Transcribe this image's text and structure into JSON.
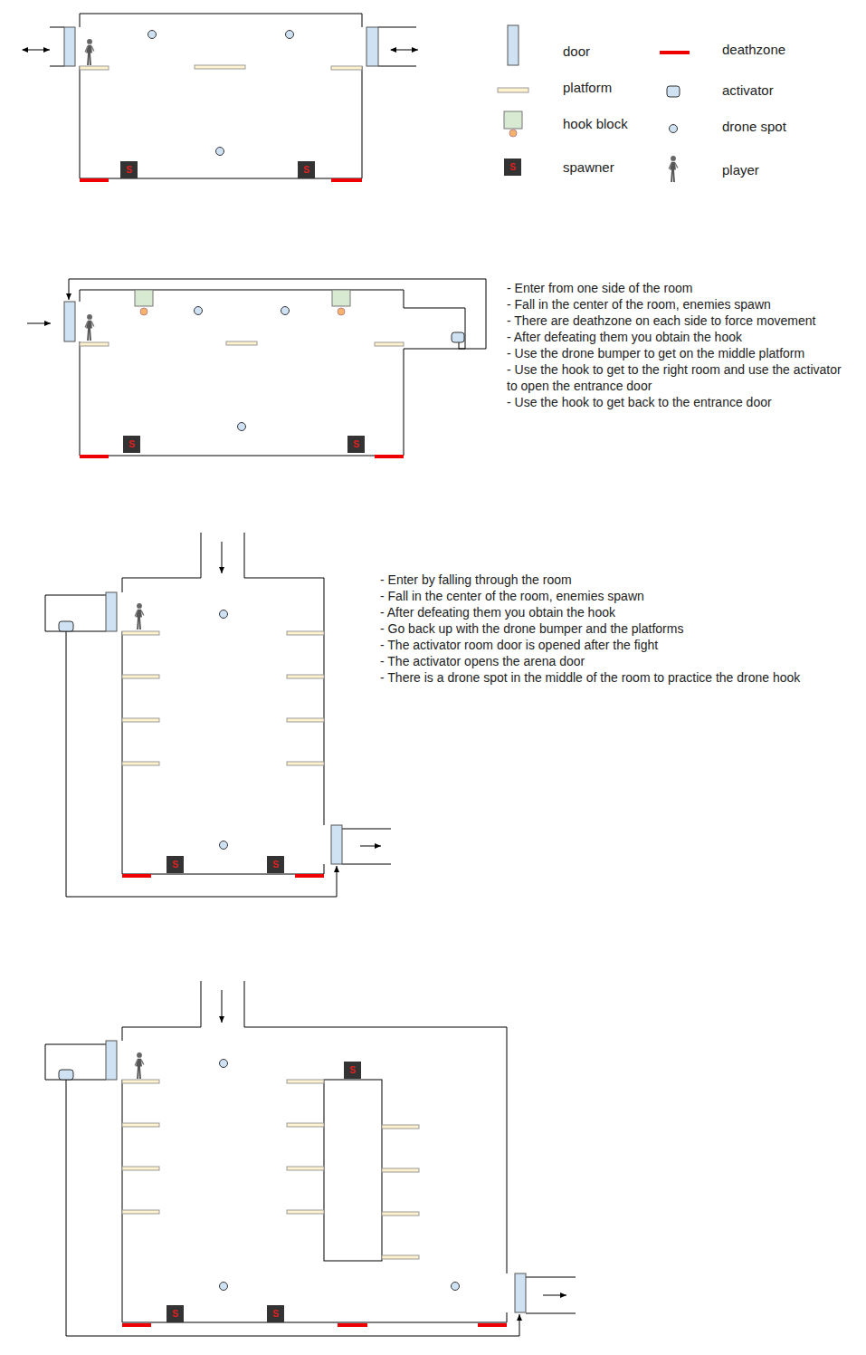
{
  "diagram": {
    "nodes": [
      {
        "text": [
          "S"
        ]
      },
      {
        "text": [
          "S"
        ]
      },
      {
        "text": [
          "S"
        ]
      },
      {
        "text": [
          "S"
        ]
      },
      {
        "text": [
          "S"
        ]
      },
      {
        "text": [
          "S"
        ]
      },
      {
        "text": [
          "S"
        ]
      },
      {
        "text": [
          "S"
        ]
      },
      {
        "text": [
          "S"
        ]
      },
      {
        "text": [
          "S"
        ]
      }
    ],
    "labels": [
      "- Enter from one side of the room",
      "- Fall in the center of the room, enemies spawn",
      "- There are deathzone on each side to force movement",
      "- After defeating them you obtain the hook",
      "- Use the drone bumper to get on the middle platform",
      "- Use the hook to get to the right room and use the activator to open the entrance door",
      "- Use the hook to get back to the entrance door",
      "- Enter by falling through the room",
      "- Fall in the center of the room, enemies spawn",
      "- After defeating them you obtain the hook",
      "- Go back up with the drone bumper and the platforms",
      "- The activator room door is opened after the fight",
      "- The activator opens the arena door",
      "- There is a drone spot in the middle of the room to practice the drone hook"
    ],
    "legend": [
      {
        "text": "door"
      },
      {
        "text": "deathzone"
      },
      {
        "text": "platform"
      },
      {
        "text": "activator"
      },
      {
        "text": "hook block"
      },
      {
        "text": "drone spot"
      },
      {
        "text": "spawner"
      },
      {
        "text": "player"
      }
    ]
  }
}
